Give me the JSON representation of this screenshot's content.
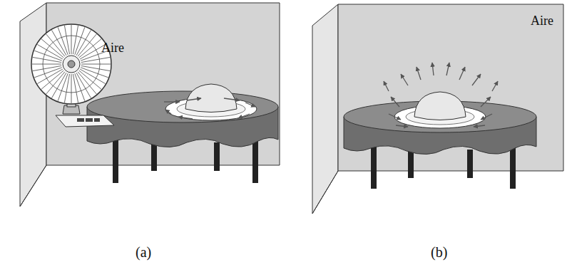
{
  "diagram": {
    "labels": [
      "Aire",
      "Aire",
      "(a)",
      "(b)"
    ]
  }
}
